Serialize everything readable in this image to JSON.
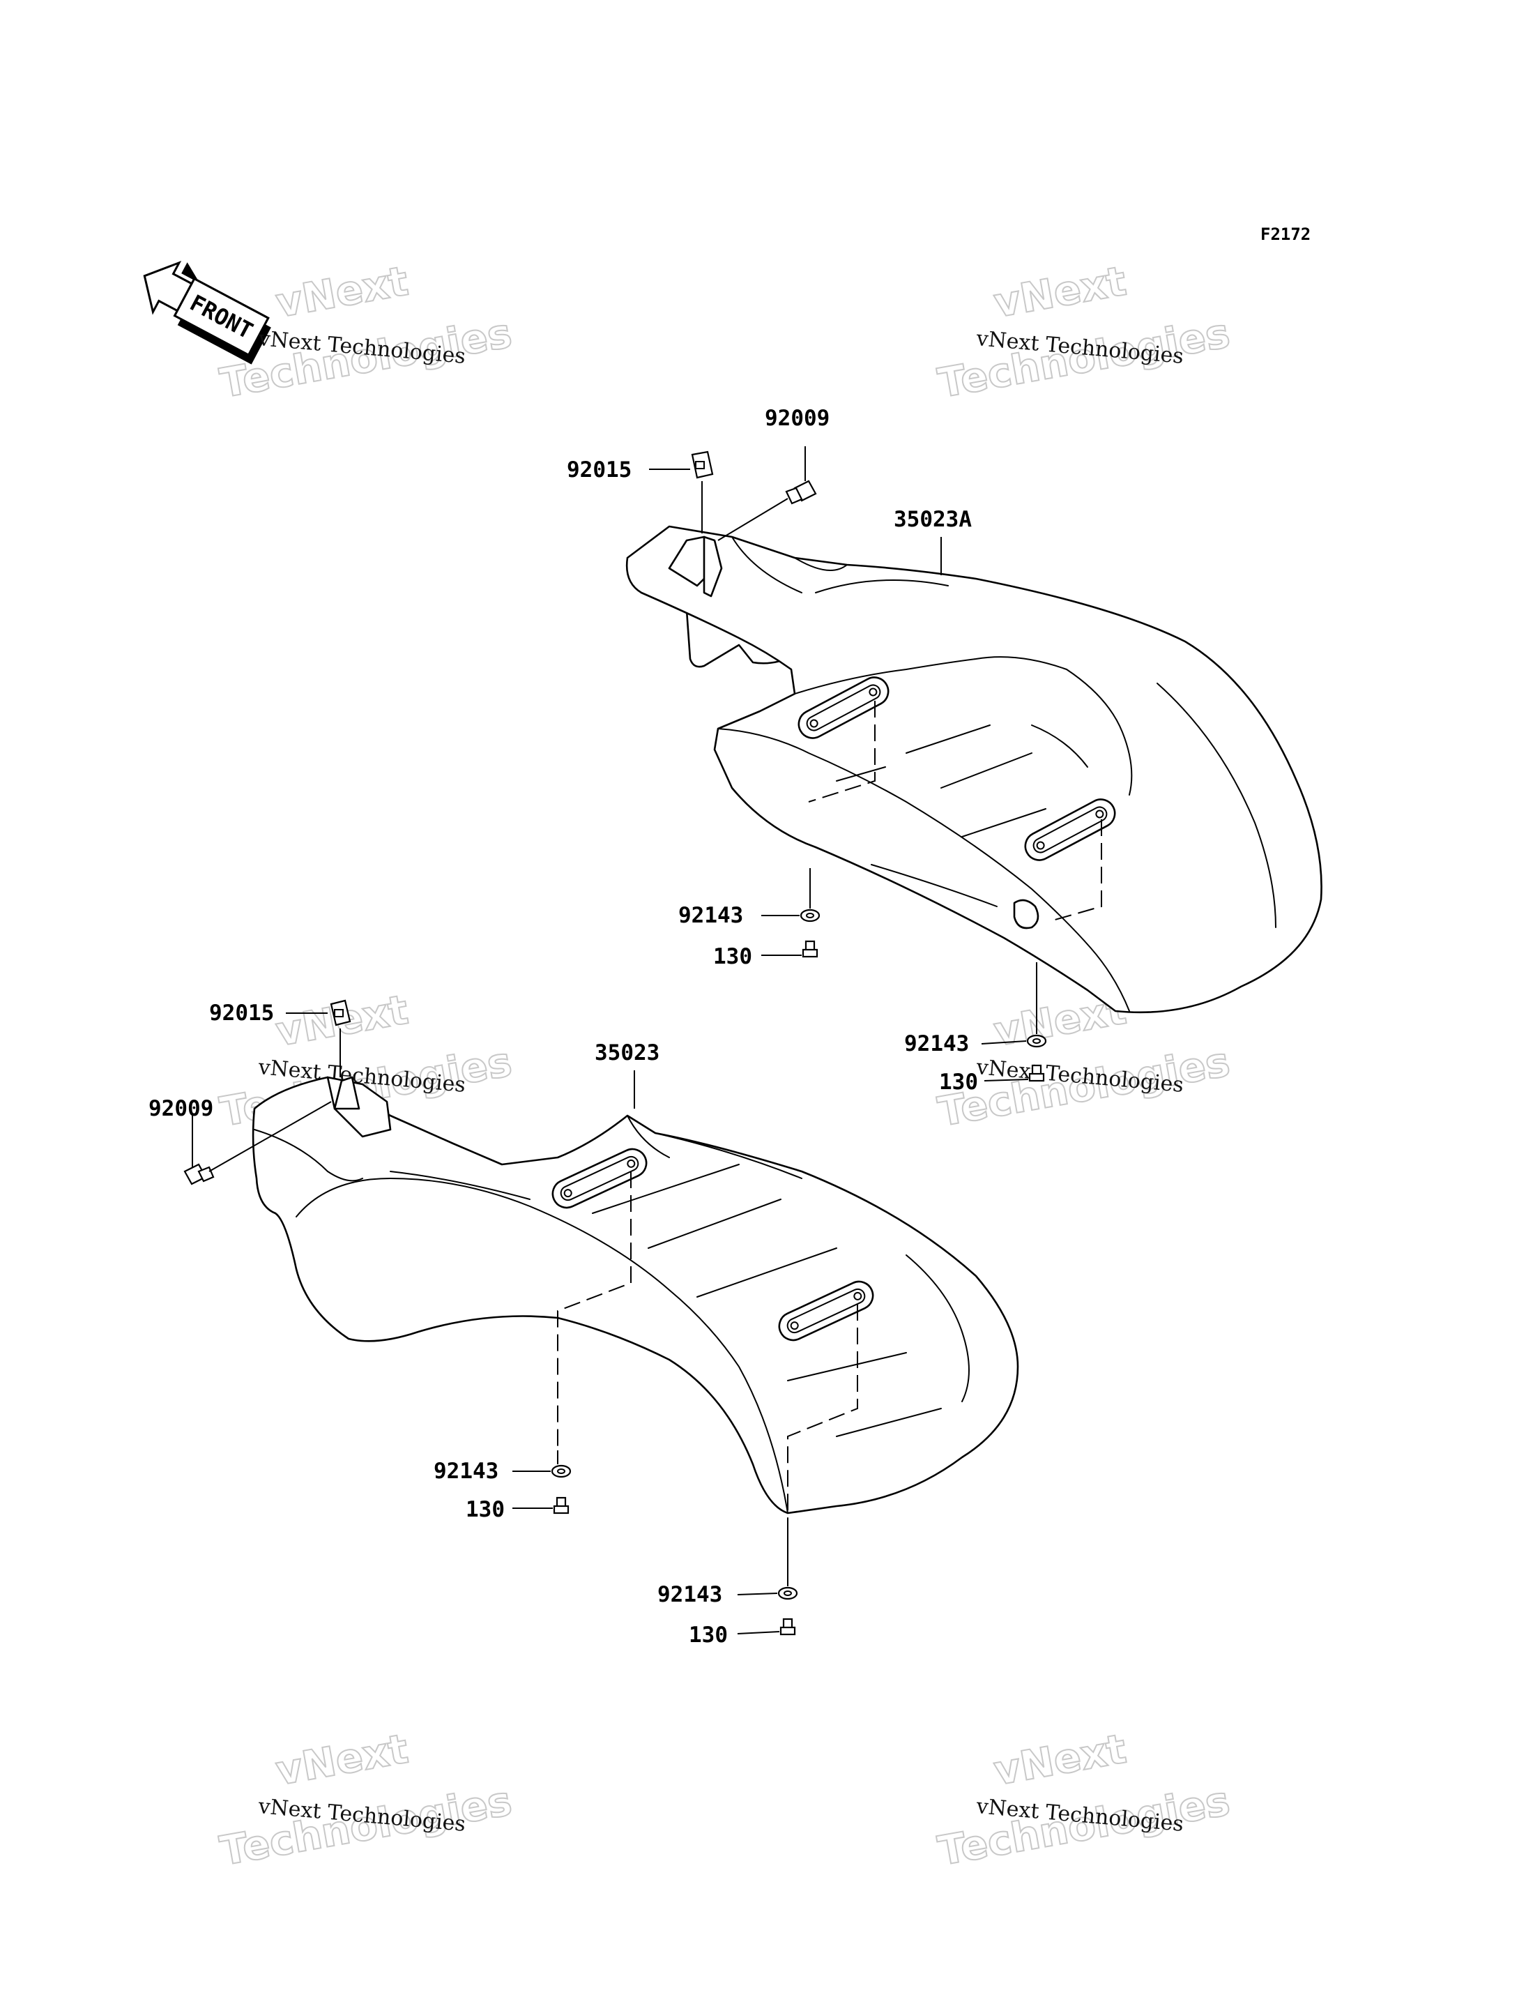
{
  "figure_code": "F2172",
  "front_arrow_label": "FRONT",
  "watermark": {
    "line_small": "vNext Technologies",
    "line_big_1": "vNext",
    "line_big_2": "Technologies"
  },
  "callouts": {
    "upper_guard": "35023A",
    "upper_clip": "92015",
    "upper_bolt": "92009",
    "upper_collar_front": "92143",
    "upper_screw_front": "130",
    "upper_collar_rear": "92143",
    "upper_screw_rear": "130",
    "lower_guard": "35023",
    "lower_clip": "92015",
    "lower_bolt": "92009",
    "lower_collar_front": "92143",
    "lower_screw_front": "130",
    "lower_collar_rear": "92143",
    "lower_screw_rear": "130"
  }
}
